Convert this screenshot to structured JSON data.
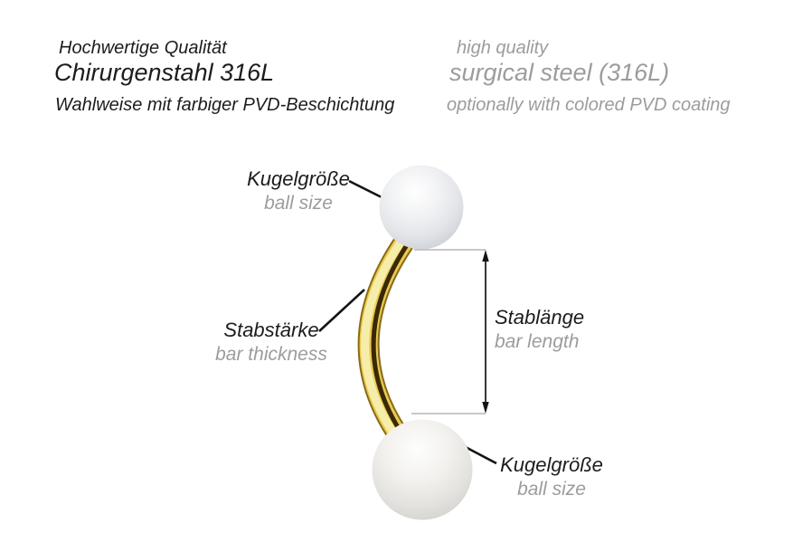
{
  "header": {
    "de": {
      "line1": "Hochwertige Qualität",
      "line2": "Chirurgenstahl 316L",
      "line3": "Wahlweise mit farbiger PVD-Beschichtung"
    },
    "en": {
      "line1": "high quality",
      "line2": "surgical steel (316L)",
      "line3": "optionally with colored PVD coating"
    }
  },
  "labels": {
    "ball_top": {
      "de": "Kugelgröße",
      "en": "ball size"
    },
    "bar_thickness": {
      "de": "Stabstärke",
      "en": "bar thickness"
    },
    "bar_length": {
      "de": "Stablänge",
      "en": "bar length"
    },
    "ball_bottom": {
      "de": "Kugelgröße",
      "en": "ball size"
    }
  },
  "colors": {
    "text_primary": "#1c1c1c",
    "text_secondary": "#9c9c9c",
    "gold_edge_dark": "#8a6a14",
    "gold_bright": "#e9cb52",
    "gold_highlight": "#f7edaa",
    "gold_stripe_dark": "#3a2806",
    "pearl_highlight": "#ffffff",
    "pearl_shadow": "#c6cad1",
    "dimension_line": "#141414",
    "guide_line": "#a8a8a8"
  }
}
